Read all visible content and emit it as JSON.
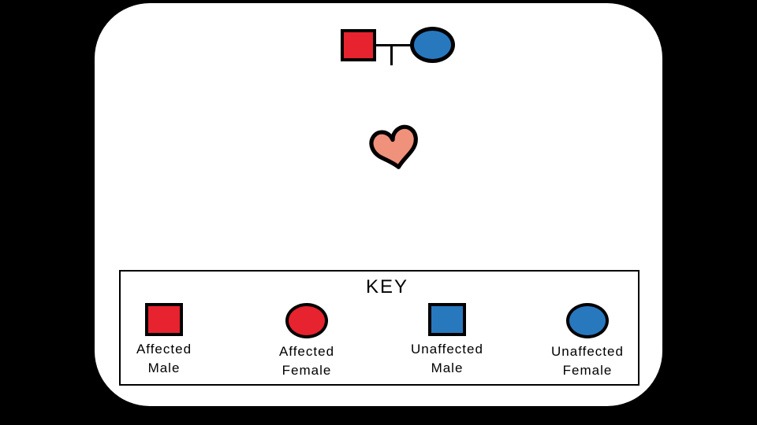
{
  "colors": {
    "background": "#000000",
    "surface": "#ffffff",
    "outline": "#000000",
    "affected": "#e6232e",
    "unaffected": "#2878be",
    "heart": "#f0917c"
  },
  "key": {
    "title": "KEY",
    "items": [
      {
        "symbol": "square-icon",
        "line1": "Affected",
        "line2": "Male"
      },
      {
        "symbol": "circle-icon",
        "line1": "Affected",
        "line2": "Female"
      },
      {
        "symbol": "square-icon",
        "line1": "Unaffected",
        "line2": "Male"
      },
      {
        "symbol": "circle-icon",
        "line1": "Unaffected",
        "line2": "Female"
      }
    ]
  }
}
